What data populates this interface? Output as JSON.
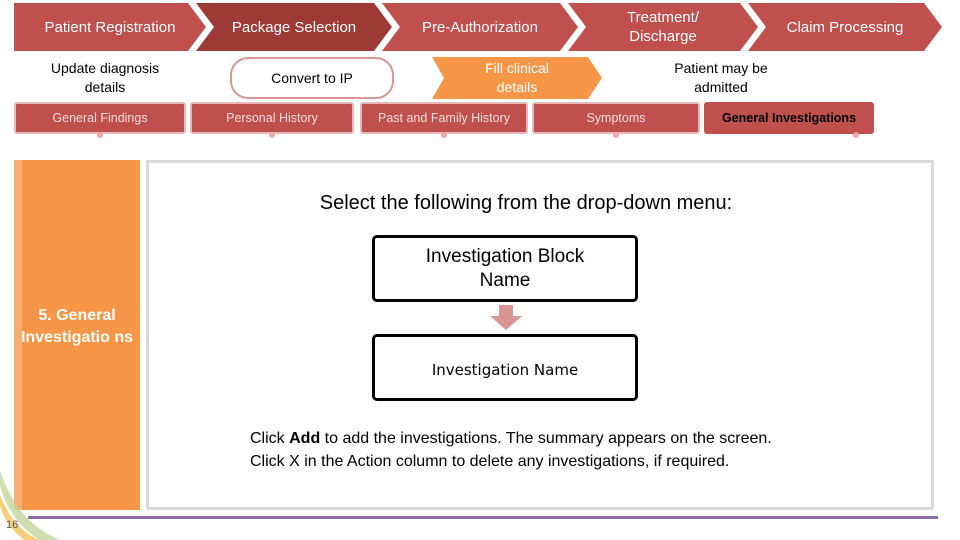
{
  "steps": [
    "Patient Registration",
    "Package Selection",
    "Pre-Authorization",
    "Treatment/ Discharge",
    "Claim Processing"
  ],
  "substeps": [
    "Update diagnosis details",
    "Convert to IP",
    "Fill clinical details",
    "Patient may be admitted"
  ],
  "tabs": [
    "General Findings",
    "Personal History",
    "Past and Family History",
    "Symptoms",
    "General Investigations"
  ],
  "side_panel": {
    "label": "5. General Investigatio ns"
  },
  "content": {
    "heading": "Select the following from the drop-down menu:",
    "block_name": "Investigation Block Name",
    "investigation_name": "Investigation Name",
    "instr1_pre": "Click ",
    "instr1_bold": "Add",
    "instr1_post": " to add the investigations. The summary appears on the screen.",
    "instr2": "Click X in the Action column to delete any investigations, if required."
  },
  "page_number": "16",
  "colors": {
    "step": "#c0504d",
    "accent": "#f79646",
    "pale": "#f2dcdb"
  }
}
